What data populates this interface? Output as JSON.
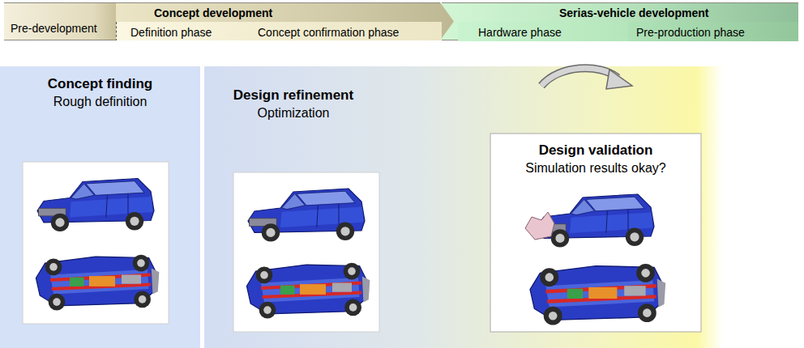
{
  "diagram": {
    "nodes": [
      {
        "text": [
          "Pre-development"
        ]
      },
      {
        "text": [
          "Concept development"
        ]
      },
      {
        "text": [
          "Definition phase"
        ],
        "in": 1
      },
      {
        "text": [
          "Concept confirmation phase"
        ],
        "in": 1
      },
      {
        "text": [
          "Serias-vehicle development"
        ]
      },
      {
        "text": [
          "Hardware phase"
        ],
        "in": 4
      },
      {
        "text": [
          "Pre-production phase"
        ],
        "in": 4
      },
      {
        "text": [
          "Concept finding",
          "Rough definition"
        ]
      },
      {
        "text": [
          "Design refinement",
          "Optimization"
        ]
      },
      {
        "text": [
          "Design validation",
          "Simulation results okay?"
        ]
      }
    ]
  }
}
